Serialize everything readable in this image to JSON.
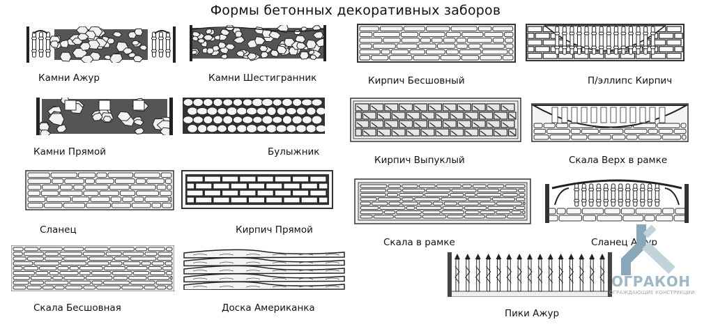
{
  "title": "Формы бетонных декоративных заборов",
  "fences": [
    {
      "label": "Камни Ажур",
      "pattern": "stones-azhur"
    },
    {
      "label": "Камни Шестигранник",
      "pattern": "stones-hex"
    },
    {
      "label": "Кирпич Бесшовный",
      "pattern": "brick-seamless"
    },
    {
      "label": "П/эллипс Кирпич",
      "pattern": "ellipse-brick"
    },
    {
      "label": "Камни Прямой",
      "pattern": "stones-straight"
    },
    {
      "label": "Булыжник",
      "pattern": "cobblestone"
    },
    {
      "label": "Кирпич Выпуклый",
      "pattern": "brick-convex"
    },
    {
      "label": "Скала Верх в рамке",
      "pattern": "rock-top-frame"
    },
    {
      "label": "Сланец",
      "pattern": "slate"
    },
    {
      "label": "Кирпич Прямой",
      "pattern": "brick-straight"
    },
    {
      "label": "Скала в рамке",
      "pattern": "rock-frame"
    },
    {
      "label": "Сланец Ажур",
      "pattern": "slate-azhur"
    },
    {
      "label": "Скала Бесшовная",
      "pattern": "rock-seamless"
    },
    {
      "label": "Доска Американка",
      "pattern": "board-american"
    },
    {
      "label": "Пики Ажур",
      "pattern": "spikes-azhur"
    }
  ],
  "logo": {
    "name": "ОГРАКОН",
    "tagline": "ОГРАЖДАЮЩИЕ КОНСТРУКЦИИ",
    "colors": [
      "#8aa7ba",
      "#c3d3dc"
    ]
  }
}
